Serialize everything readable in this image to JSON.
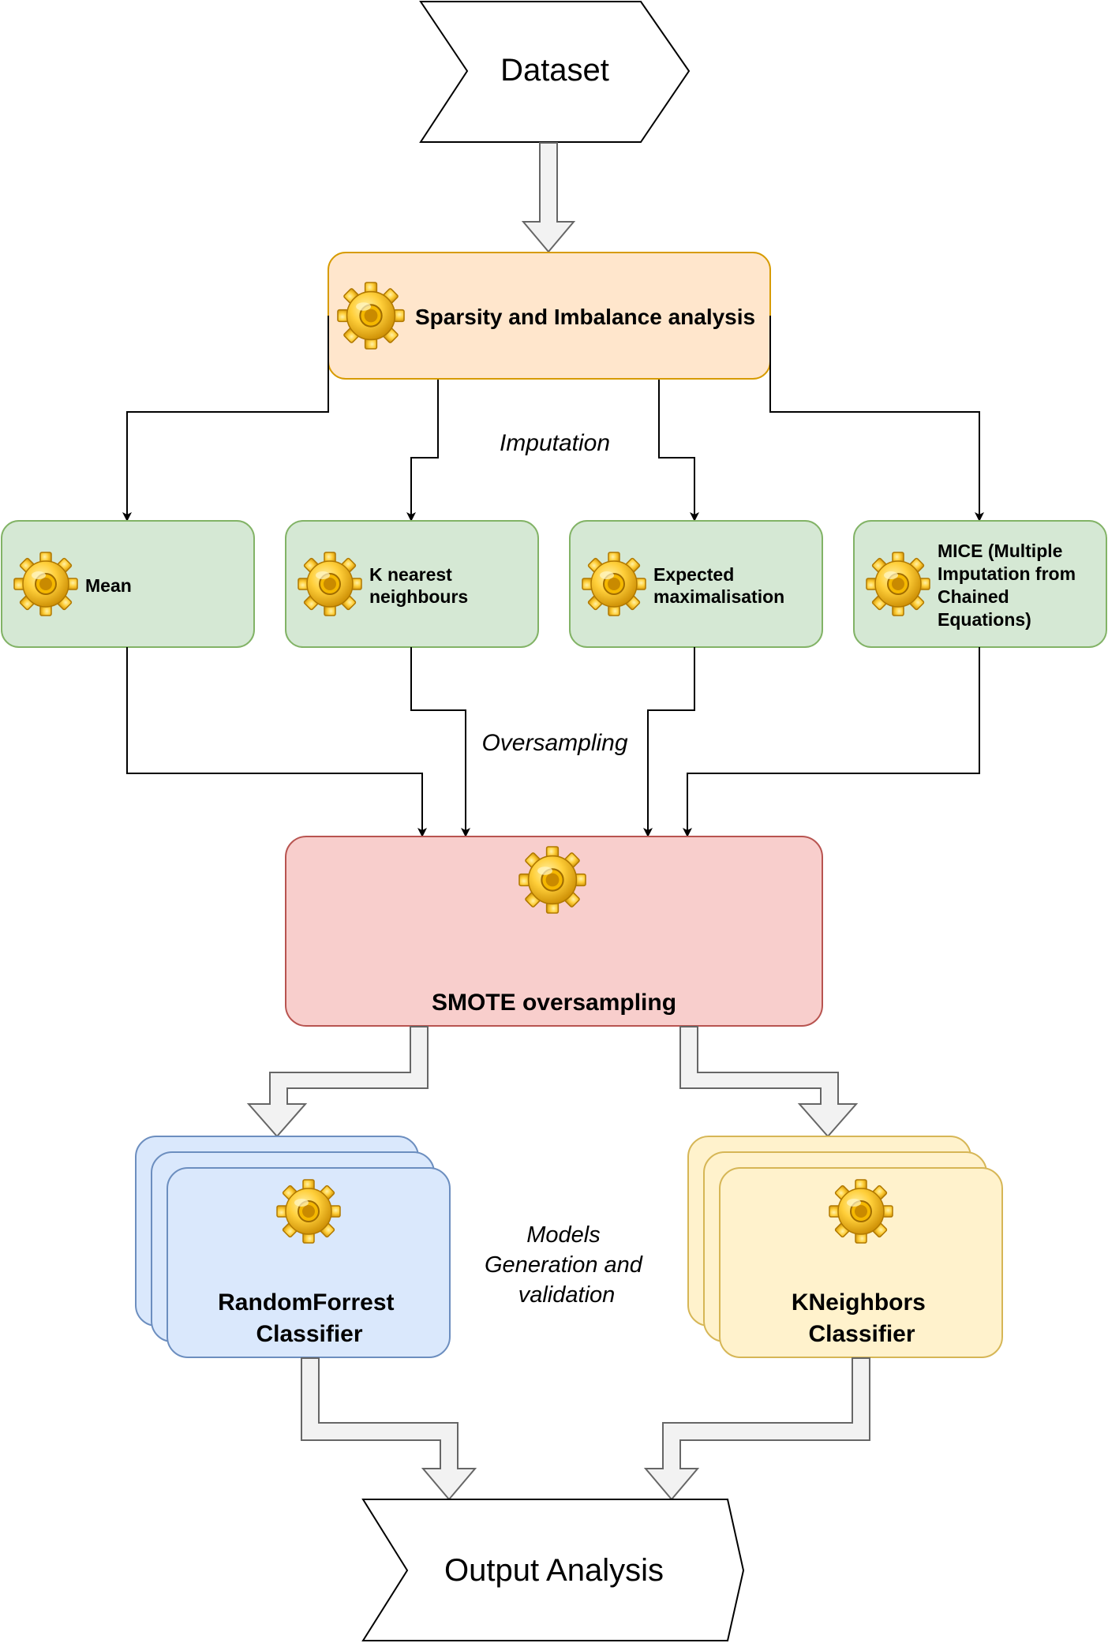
{
  "dataset": {
    "label": "Dataset"
  },
  "analysis": {
    "label": "Sparsity and Imbalance analysis"
  },
  "imputation": {
    "stage_label": "Imputation",
    "methods": [
      {
        "lines": [
          "Mean"
        ]
      },
      {
        "lines": [
          "K nearest",
          "neighbours"
        ]
      },
      {
        "lines": [
          "Expected",
          "maximalisation"
        ]
      },
      {
        "lines": [
          "MICE (Multiple",
          "Imputation from",
          "Chained",
          "Equations)"
        ]
      }
    ]
  },
  "oversampling": {
    "stage_label": "Oversampling",
    "smote_label": "SMOTE oversampling"
  },
  "models": {
    "stage_label_lines": [
      "Models",
      "Generation and",
      "validation"
    ],
    "random_forest_lines": [
      "RandomForrest",
      "Classifier"
    ],
    "kneighbors_lines": [
      "KNeighbors",
      "Classifier"
    ]
  },
  "output": {
    "label": "Output Analysis"
  },
  "colors": {
    "analysis_fill": "#ffe6cc",
    "analysis_stroke": "#d79b00",
    "imputation_fill": "#d5e8d4",
    "imputation_stroke": "#82b366",
    "smote_fill": "#f8cecc",
    "smote_stroke": "#b85450",
    "rf_fill": "#dae8fc",
    "rf_stroke": "#6c8ebf",
    "kn_fill": "#fff2cc",
    "kn_stroke": "#d6b656",
    "block_arrow_fill": "#f2f2f2",
    "block_arrow_stroke": "#666666",
    "connector": "#000000",
    "gear_light": "#ffd966",
    "gear_dark": "#c98a00"
  },
  "icons": [
    "gear-icon"
  ]
}
